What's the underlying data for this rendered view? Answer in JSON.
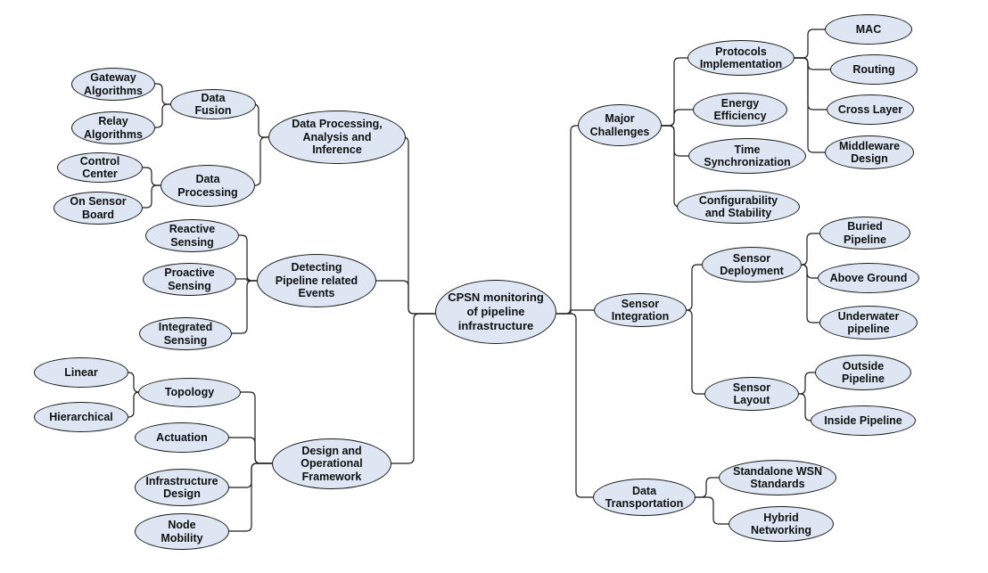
{
  "colors": {
    "node_fill": "#dde6f2",
    "outline": "#1a1a1a",
    "text": "#111111",
    "background": "#ffffff"
  },
  "nodes": {
    "center": "CPSN monitoring\nof pipeline\ninfrastructure",
    "data_processing_analysis": "Data Processing,\nAnalysis and\nInference",
    "data_fusion": "Data\nFusion",
    "gateway_algorithms": "Gateway\nAlgorithms",
    "relay_algorithms": "Relay\nAlgorithms",
    "data_processing": "Data\nProcessing",
    "control_center": "Control\nCenter",
    "on_sensor_board": "On Sensor\nBoard",
    "detecting_events": "Detecting\nPipeline related\nEvents",
    "reactive_sensing": "Reactive\nSensing",
    "proactive_sensing": "Proactive\nSensing",
    "integrated_sensing": "Integrated\nSensing",
    "design_framework": "Design and\nOperational\nFramework",
    "topology": "Topology",
    "linear": "Linear",
    "hierarchical": "Hierarchical",
    "actuation": "Actuation",
    "infrastructure_design": "Infrastructure\nDesign",
    "node_mobility": "Node\nMobility",
    "major_challenges": "Major\nChallenges",
    "protocols_implementation": "Protocols\nImplementation",
    "mac": "MAC",
    "routing": "Routing",
    "cross_layer": "Cross Layer",
    "middleware_design": "Middleware\nDesign",
    "energy_efficiency": "Energy\nEfficiency",
    "time_synchronization": "Time\nSynchronization",
    "configurability_stability": "Configurability\nand Stability",
    "sensor_integration": "Sensor\nIntegration",
    "sensor_deployment": "Sensor\nDeployment",
    "buried_pipeline": "Buried\nPipeline",
    "above_ground": "Above Ground",
    "underwater_pipeline": "Underwater\npipeline",
    "sensor_layout": "Sensor\nLayout",
    "outside_pipeline": "Outside\nPipeline",
    "inside_pipeline": "Inside Pipeline",
    "data_transportation": "Data\nTransportation",
    "standalone_wsn": "Standalone WSN\nStandards",
    "hybrid_networking": "Hybrid\nNetworking"
  }
}
